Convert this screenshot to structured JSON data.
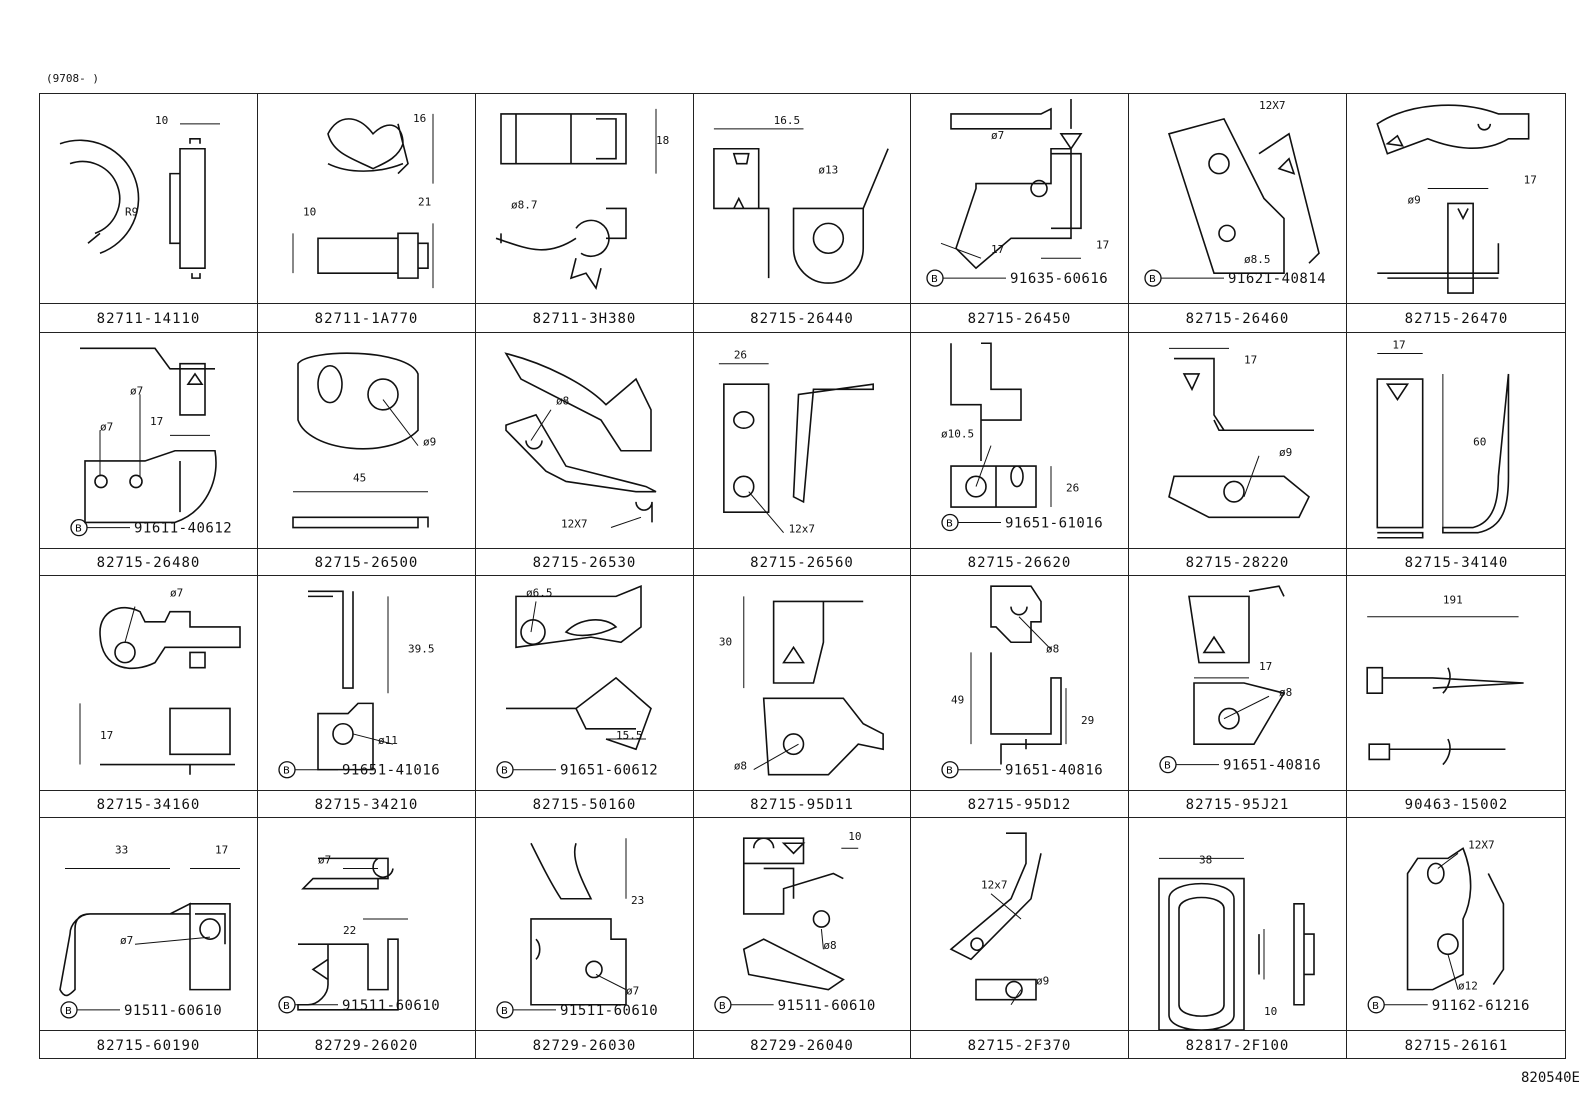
{
  "header": {
    "range": "(9708-        )"
  },
  "footer": {
    "code": "820540E"
  },
  "cells": [
    {
      "part": "82711-14110",
      "dims": [
        "10",
        "R9"
      ]
    },
    {
      "part": "82711-1A770",
      "dims": [
        "16",
        "10",
        "21"
      ]
    },
    {
      "part": "82711-3H380",
      "dims": [
        "18",
        "ø8.7"
      ]
    },
    {
      "part": "82715-26440",
      "dims": [
        "16.5",
        "ø13"
      ]
    },
    {
      "part": "82715-26450",
      "dims": [
        "ø7",
        "17",
        "17"
      ],
      "bolt": "91635-60616"
    },
    {
      "part": "82715-26460",
      "dims": [
        "12X7",
        "ø8.5"
      ],
      "bolt": "91621-40814"
    },
    {
      "part": "82715-26470",
      "dims": [
        "17",
        "ø9"
      ]
    },
    {
      "part": "82715-26480",
      "dims": [
        "ø7",
        "ø7",
        "17"
      ],
      "bolt": "91611-40612"
    },
    {
      "part": "82715-26500",
      "dims": [
        "ø9",
        "45"
      ]
    },
    {
      "part": "82715-26530",
      "dims": [
        "ø8",
        "12X7"
      ]
    },
    {
      "part": "82715-26560",
      "dims": [
        "26",
        "12x7"
      ]
    },
    {
      "part": "82715-26620",
      "dims": [
        "ø10.5",
        "26"
      ],
      "bolt": "91651-61016"
    },
    {
      "part": "82715-28220",
      "dims": [
        "17",
        "ø9"
      ]
    },
    {
      "part": "82715-34140",
      "dims": [
        "17",
        "60"
      ]
    },
    {
      "part": "82715-34160",
      "dims": [
        "ø7",
        "17"
      ]
    },
    {
      "part": "82715-34210",
      "dims": [
        "39.5",
        "ø11"
      ],
      "bolt": "91651-41016"
    },
    {
      "part": "82715-50160",
      "dims": [
        "ø6.5",
        "15.5"
      ],
      "bolt": "91651-60612"
    },
    {
      "part": "82715-95D11",
      "dims": [
        "30",
        "ø8"
      ]
    },
    {
      "part": "82715-95D12",
      "dims": [
        "ø8",
        "49",
        "29"
      ],
      "bolt": "91651-40816"
    },
    {
      "part": "82715-95J21",
      "dims": [
        "17",
        "ø8"
      ],
      "bolt": "91651-40816"
    },
    {
      "part": "90463-15002",
      "dims": [
        "191"
      ]
    },
    {
      "part": "82715-60190",
      "dims": [
        "33",
        "17",
        "ø7"
      ],
      "bolt": "91511-60610"
    },
    {
      "part": "82729-26020",
      "dims": [
        "ø7",
        "22"
      ],
      "bolt": "91511-60610"
    },
    {
      "part": "82729-26030",
      "dims": [
        "23",
        "ø7"
      ],
      "bolt": "91511-60610"
    },
    {
      "part": "82729-26040",
      "dims": [
        "10",
        "ø8"
      ],
      "bolt": "91511-60610"
    },
    {
      "part": "82715-2F370",
      "dims": [
        "12x7",
        "ø9"
      ]
    },
    {
      "part": "82817-2F100",
      "dims": [
        "38",
        "10"
      ]
    },
    {
      "part": "82715-26161",
      "dims": [
        "12X7",
        "ø12"
      ],
      "bolt": "91162-61216"
    }
  ]
}
